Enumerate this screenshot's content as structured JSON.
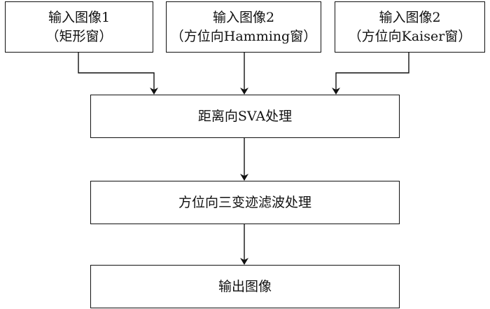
{
  "inputs": [
    {
      "line1": "输入图像1",
      "line2": "（矩形窗）"
    },
    {
      "line1": "输入图像2",
      "line2": "（方位向Hamming窗）"
    },
    {
      "line1": "输入图像2",
      "line2": "（方位向Kaiser窗）"
    }
  ],
  "steps": {
    "range_sva": "距离向SVA处理",
    "azimuth_filter": "方位向三变迹滤波处理",
    "output": "输出图像"
  },
  "colors": {
    "line": "#111111",
    "background": "#ffffff"
  }
}
